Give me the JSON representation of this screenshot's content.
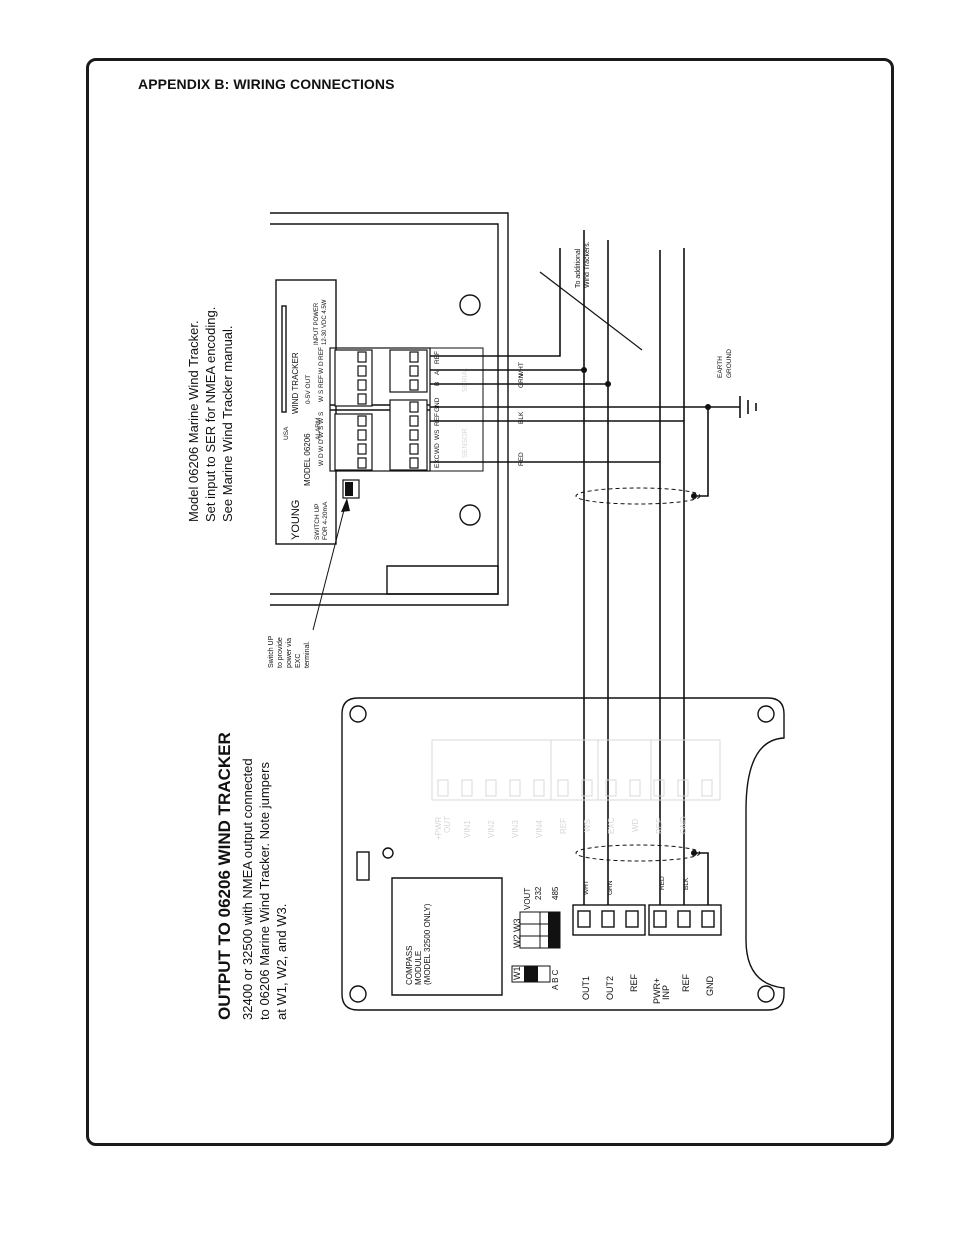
{
  "page_title": "APPENDIX B: WIRING CONNECTIONS",
  "wind_tracker": {
    "note_lines": [
      "Model 06206 Marine Wind Tracker.",
      "Set input to SER for NMEA encoding.",
      "See Marine Wind Tracker manual."
    ],
    "brand": "YOUNG",
    "model": "MODEL 06206",
    "usa": "USA",
    "product": "WIND TRACKER",
    "alarm": "ALARM",
    "out_label": "0-5V OUT",
    "input_power": "INPUT POWER",
    "input_power_spec": "12-30 VDC 4.5W",
    "switch_up": "SWITCH UP",
    "for_4_20": "FOR 4-20mA",
    "alarm_terminals": [
      "W D",
      "W D",
      "W S",
      "W S"
    ],
    "out_terminals": [
      "W S",
      "REF",
      "W D",
      "REF"
    ],
    "serial_group": "SERIAL",
    "sensor_group": "SENSOR",
    "serial_terminals": [
      "REF",
      "A",
      "B"
    ],
    "sensor_terminals": [
      "GND",
      "REF",
      "WS",
      "WD",
      "EXC"
    ],
    "switch_note": [
      "Switch UP",
      "to provide",
      "power via",
      "EXC",
      "terminal."
    ]
  },
  "wires": {
    "white": "WHT",
    "green": "GRN",
    "black": "BLK",
    "red": "RED",
    "to_additional": [
      "To additional",
      "Wind Trackers."
    ],
    "earth_ground": [
      "EARTH",
      "GROUND"
    ]
  },
  "compass": {
    "heading": "OUTPUT TO 06206 WIND TRACKER",
    "desc_lines": [
      "32400 or 32500 with NMEA output connected",
      "to 06206 Marine Wind Tracker. Note jumpers",
      "at W1, W2, and W3."
    ],
    "module_lines": [
      "COMPASS",
      "MODULE",
      "(MODEL 32500 ONLY)"
    ],
    "w1": "W1",
    "w2_w3": "W2  W3",
    "abc": "A  B  C",
    "vout": "VOUT",
    "v232": "232",
    "v485": "485",
    "faint_terminals": [
      "+PWR",
      "OUT",
      "VIN1",
      "VIN2",
      "VIN3",
      "VIN4",
      "REF",
      "WS",
      "EXC",
      "WD",
      "REF",
      "GND"
    ],
    "lower_terminals": [
      "OUT1",
      "OUT2",
      "REF",
      "PWR+",
      "INP",
      "REF",
      "GND"
    ],
    "wire_labels": [
      "WHT",
      "GRN",
      "RED",
      "BLK"
    ]
  }
}
